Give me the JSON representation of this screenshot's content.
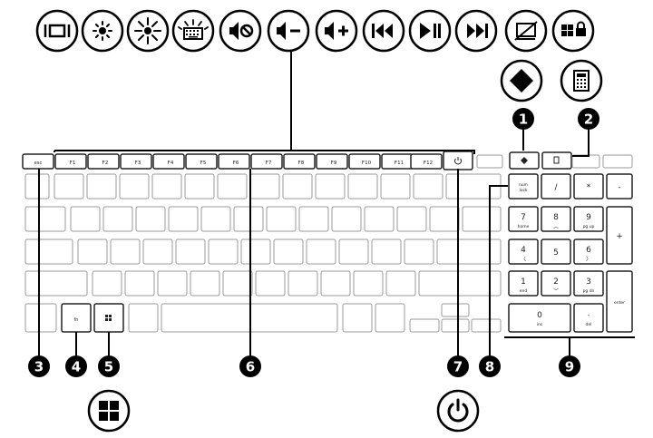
{
  "top_icons": [
    {
      "name": "screen-switch-icon"
    },
    {
      "name": "brightness-down-icon"
    },
    {
      "name": "brightness-up-icon"
    },
    {
      "name": "keyboard-backlight-icon"
    },
    {
      "name": "mute-icon"
    },
    {
      "name": "volume-down-icon"
    },
    {
      "name": "volume-up-icon"
    },
    {
      "name": "previous-track-icon"
    },
    {
      "name": "play-pause-icon"
    },
    {
      "name": "next-track-icon"
    },
    {
      "name": "touchpad-lock-icon"
    },
    {
      "name": "windows-lock-icon"
    }
  ],
  "special_icons": {
    "diamond": "diamond-icon",
    "calculator": "calculator-icon",
    "windows": "windows-logo-icon",
    "power": "power-icon"
  },
  "fn_row": [
    "esc",
    "F1",
    "F2",
    "F3",
    "F4",
    "F5",
    "F6",
    "F7",
    "F8",
    "F9",
    "F10",
    "F11",
    "F12"
  ],
  "keys": {
    "fn": "fn",
    "num_lock_line1": "num",
    "num_lock_line2": "lock",
    "enter": "enter"
  },
  "numpad": [
    {
      "main": "/",
      "sub": ""
    },
    {
      "main": "*",
      "sub": ""
    },
    {
      "main": "-",
      "sub": ""
    },
    {
      "main": "7",
      "sub": "home"
    },
    {
      "main": "8",
      "sub": "︿"
    },
    {
      "main": "9",
      "sub": "pg up"
    },
    {
      "main": "+",
      "sub": ""
    },
    {
      "main": "4",
      "sub": "〈"
    },
    {
      "main": "5",
      "sub": ""
    },
    {
      "main": "6",
      "sub": "〉"
    },
    {
      "main": "1",
      "sub": "end"
    },
    {
      "main": "2",
      "sub": "﹀"
    },
    {
      "main": "3",
      "sub": "pg dn"
    },
    {
      "main": "0",
      "sub": "ins"
    },
    {
      "main": ".",
      "sub": "del"
    }
  ],
  "callouts": [
    "1",
    "2",
    "3",
    "4",
    "5",
    "6",
    "7",
    "8",
    "9"
  ]
}
